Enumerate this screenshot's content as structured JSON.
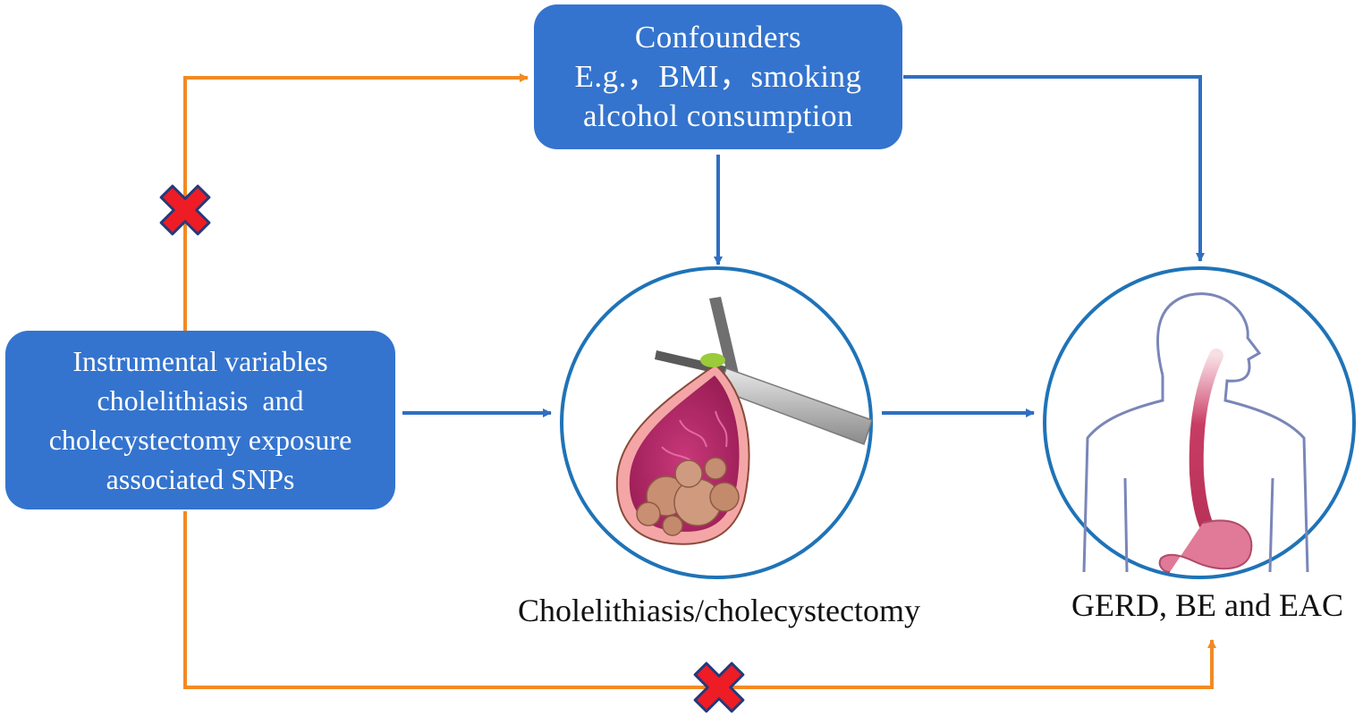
{
  "confounders": {
    "lines": [
      "Confounders",
      "E.g.，BMI，smoking",
      "alcohol consumption"
    ]
  },
  "instrument": {
    "lines": [
      "Instrumental variables",
      "cholelithiasis  and",
      "cholecystectomy exposure",
      "associated SNPs"
    ]
  },
  "exposure_label": "Cholelithiasis/cholecystectomy",
  "outcome_label": "GERD, BE and EAC",
  "colors": {
    "box_fill": "#3474ce",
    "box_text": "#ffffff",
    "blue_arrow": "#2f6ec4",
    "orange_arrow": "#f28a24",
    "cross_fill": "#ee1c25",
    "cross_outline": "#243a7a",
    "circle_stroke": "#1f73b7"
  },
  "icons": [
    "gallbladder-stones-illustration",
    "human-esophagus-stomach-illustration",
    "blocked-path-cross-icon"
  ]
}
